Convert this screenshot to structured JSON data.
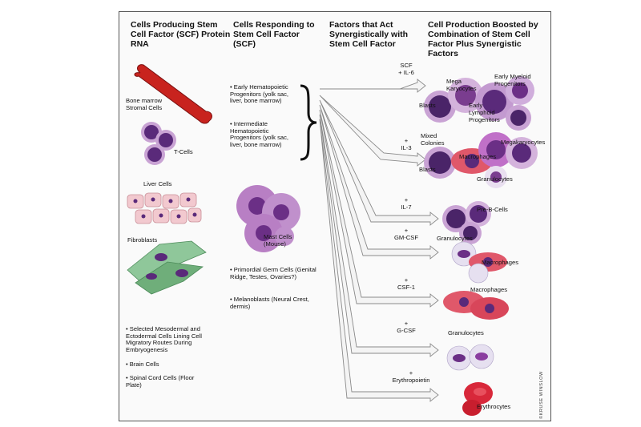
{
  "headers": {
    "col1": "Cells Producing Stem Cell Factor (SCF) Protein RNA",
    "col2": "Cells Responding to Stem Cell Factor (SCF)",
    "col3": "Factors that Act Synergistically with Stem Cell Factor",
    "col4": "Cell Production Boosted by Combination of Stem Cell Factor Plus Synergistic Factors"
  },
  "producing": {
    "bone_marrow": "Bone marrow Stromal Cells",
    "t_cells": "T-Cells",
    "liver": "Liver Cells",
    "fibroblasts": "Fibroblasts",
    "bullets": [
      "Selected Mesodermal and Ectodermal Cells Lining Cell Migratory Routes During Embryogenesis",
      "Brain Cells",
      "Spinal Cord Cells (Floor Plate)"
    ]
  },
  "responding": {
    "bullets": [
      "Early Hematopoietic Progenitors (yolk sac, liver, bone marrow)",
      "Intermediate Hematopoietic Progenitors (yolk sac, liver, bone marrow)"
    ],
    "mast_cells": "Mast Cells (Mouse)",
    "bullets2": [
      "Primordial Germ Cells (Genital Ridge, Testes, Ovaries?)",
      "Melanoblasts (Neural Crest, dermis)"
    ]
  },
  "factors": [
    {
      "plus": "SCF",
      "name": "+ IL-6"
    },
    {
      "plus": "+",
      "name": "IL-3"
    },
    {
      "plus": "+",
      "name": "IL-7"
    },
    {
      "plus": "+",
      "name": "GM-CSF"
    },
    {
      "plus": "+",
      "name": "CSF-1"
    },
    {
      "plus": "+",
      "name": "G-CSF"
    },
    {
      "plus": "+",
      "name": "Erythropoietin"
    }
  ],
  "products": {
    "row1": [
      "Mega Karyocytes",
      "Early Myeloid Progenitors",
      "Blasts",
      "Early Lymphoid Progenitors"
    ],
    "row2": [
      "Mixed Colonies",
      "Megakaryocytes",
      "Macrophages",
      "Blasts",
      "Granulocytes"
    ],
    "row3": [
      "Pre-B-Cells"
    ],
    "row4": [
      "Granulocytes",
      "Macrophages"
    ],
    "row5": [
      "Macrophages"
    ],
    "row6": [
      "Granulocytes"
    ],
    "row7": [
      "Erythrocytes"
    ]
  },
  "credit": "©KRUSE WINSLOW",
  "colors": {
    "bone": "#c8231e",
    "nucleus": "#5a2a7a",
    "cytoplasm": "#c9a3d4",
    "mast": "#b87fc4",
    "liver": "#f2c9cf",
    "fibro": "#6fae7a",
    "red_cell": "#d8283a",
    "arrow": "#8a8a8a"
  }
}
